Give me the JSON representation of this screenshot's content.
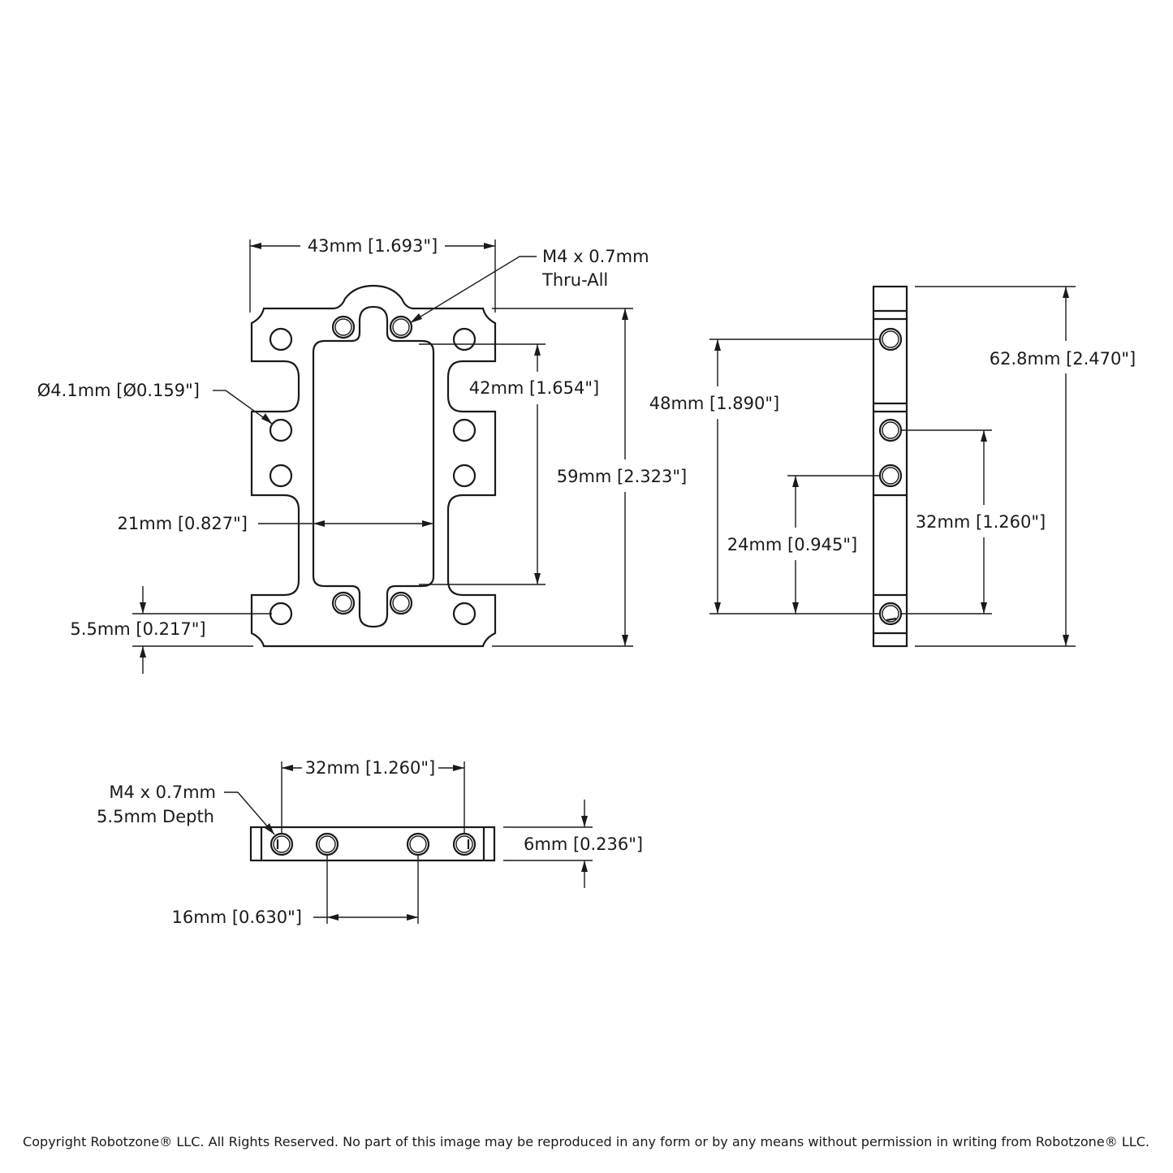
{
  "front_view": {
    "width_dim": "43mm [1.693\"]",
    "tap_callout_line1": "M4 x 0.7mm",
    "tap_callout_line2": "Thru-All",
    "hole_dia_dim": "Ø4.1mm [Ø0.159\"]",
    "inner_height_dim": "42mm [1.654\"]",
    "overall_height_dim": "59mm [2.323\"]",
    "slot_width_dim": "21mm [0.827\"]",
    "edge_offset_dim": "5.5mm [0.217\"]"
  },
  "side_view": {
    "hole_span_dim": "48mm [1.890\"]",
    "overall_height_dim": "62.8mm [2.470\"]",
    "lower_hole_dim": "24mm [0.945\"]",
    "upper_hole_dim": "32mm [1.260\"]"
  },
  "bottom_view": {
    "hole_spacing_dim": "32mm [1.260\"]",
    "tap_callout_line1": "M4 x 0.7mm",
    "tap_callout_line2": "5.5mm Depth",
    "thickness_dim": "6mm [0.236\"]",
    "inner_spacing_dim": "16mm [0.630\"]"
  },
  "footer": {
    "copyright": "Copyright Robotzone® LLC.  All Rights Reserved. No part of this image may be reproduced in any form or by any means without permission in writing from Robotzone® LLC."
  }
}
